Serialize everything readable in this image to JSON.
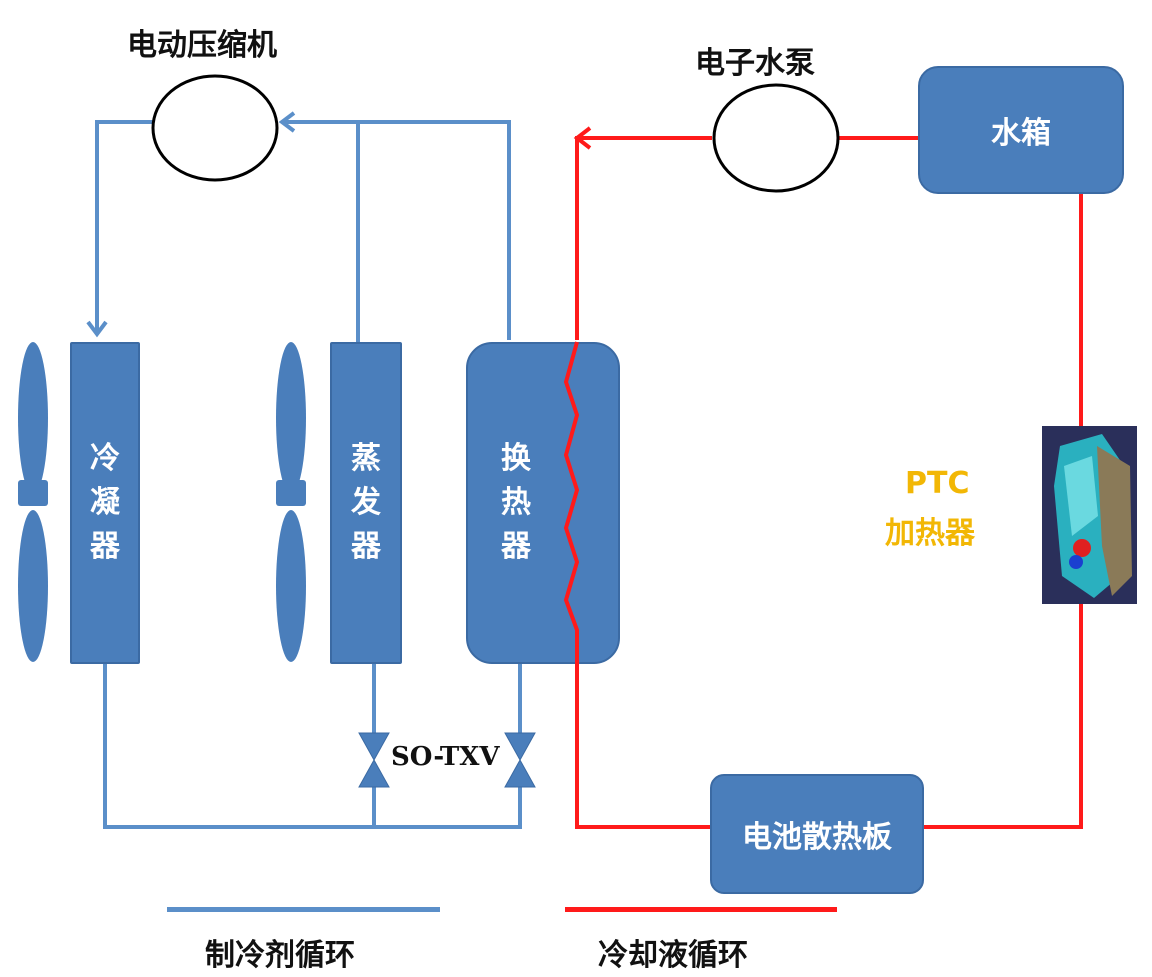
{
  "labels": {
    "compressor": "电动压缩机",
    "water_pump": "电子水泵",
    "water_tank": "水箱",
    "condenser": "冷凝器",
    "evaporator": "蒸发器",
    "heat_exchanger": "换热器",
    "valve": "SO-TXV",
    "ptc_line1": "PTC",
    "ptc_line2": "加热器",
    "battery_plate": "电池散热板"
  },
  "legend": {
    "refrigerant": "制冷剂循环",
    "coolant": "冷却液循环"
  },
  "colors": {
    "refrigerant_line": "#5b8fc9",
    "coolant_line": "#ff1a1a",
    "component_fill": "#4a7ebb",
    "ptc_text": "#f2b705"
  }
}
